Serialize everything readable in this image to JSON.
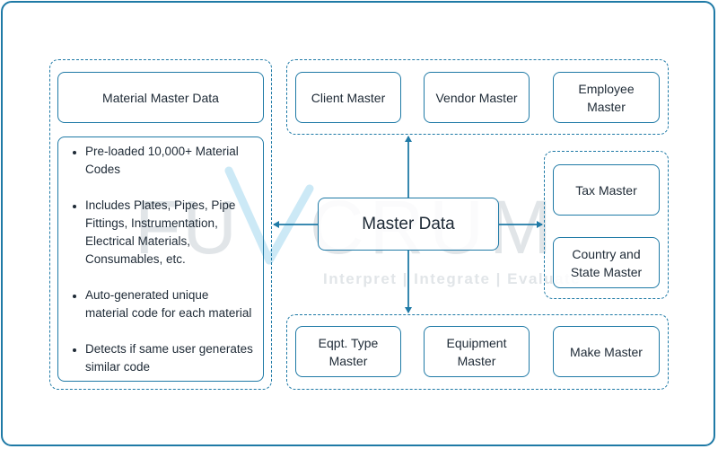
{
  "watermark": {
    "logo_text": "FULCRUM",
    "tagline": "Interpret | Integrate | Evaluate"
  },
  "center": {
    "label": "Master Data"
  },
  "material": {
    "header": "Material Master Data",
    "bullets": [
      "Pre-loaded 10,000+ Material Codes",
      "Includes Plates, Pipes, Pipe Fittings, Instrumentation, Electrical Materials, Consumables, etc.",
      "Auto-generated unique material code for each material",
      "Detects if same user generates similar code"
    ]
  },
  "top_group": {
    "items": [
      "Client Master",
      "Vendor Master",
      "Employee Master"
    ]
  },
  "right_group": {
    "items": [
      "Tax Master",
      "Country and State Master"
    ]
  },
  "bottom_group": {
    "items": [
      "Eqpt. Type Master",
      "Equipment Master",
      "Make Master"
    ]
  },
  "colors": {
    "accent": "#1f7aa6",
    "text": "#1e2a36",
    "watermark": "#c9d0d6",
    "watermark_accent": "#bfe4f4"
  }
}
